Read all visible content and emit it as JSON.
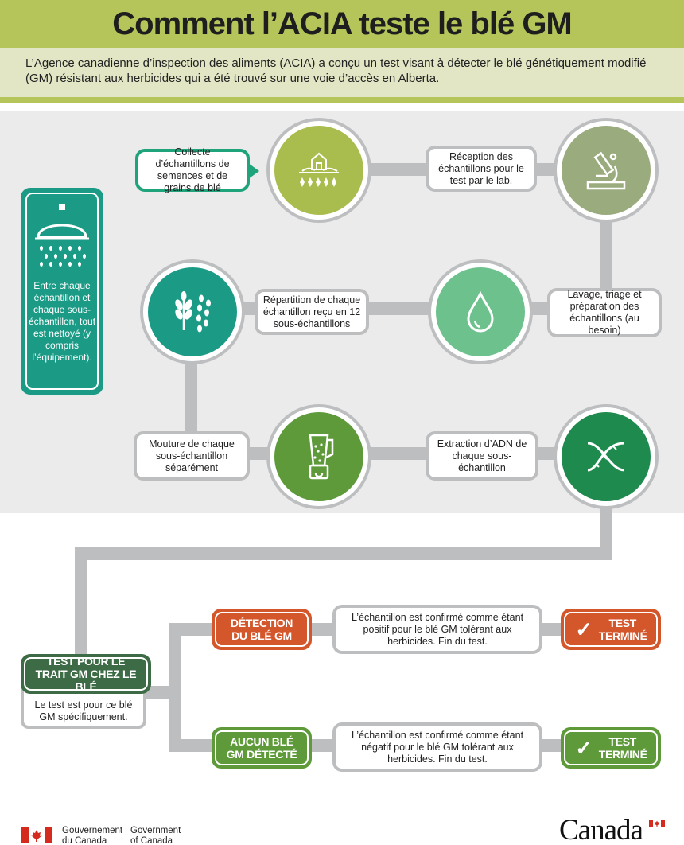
{
  "header": {
    "title": "Comment l’ACIA teste le blé GM",
    "intro": "L’Agence canadienne d’inspection des aliments (ACIA) a conçu un test visant à détecter le blé génétiquement modifié (GM) résistant aux herbicides qui a été trouvé sur une voie d’accès en Alberta."
  },
  "cleaning_note": {
    "icon": "shower-icon",
    "text": "Entre chaque échantillon et chaque sous-échantillon, tout est nettoyé (y compris l’équipement)."
  },
  "steps": {
    "collect": "Collecte d’échantillons de semences et de grains de blé",
    "reception": "Réception des échantillons pour le test par le lab.",
    "washing": "Lavage, triage et préparation des échantillons (au besoin)",
    "split": "Répartition de chaque échantillon reçu en 12 sous-échantillons",
    "grinding": "Mouture de chaque sous-échantillon séparément",
    "dna": "Extraction d’ADN de chaque sous-échantillon"
  },
  "icons": {
    "farm": "farm-icon",
    "microscope": "microscope-icon",
    "drop": "water-drop-icon",
    "grain": "wheat-grain-icon",
    "blender": "blender-icon",
    "dna": "dna-icon"
  },
  "test": {
    "title": "TEST POUR LE TRAIT GM CHEZ LE BLÉ",
    "note": "Le test est pour ce blé GM spécifiquement.",
    "positive_label": "DÉTECTION DU BLÉ GM",
    "positive_result": "L’échantillon est confirmé comme étant positif pour le blé GM tolérant aux herbicides. Fin du test.",
    "negative_label": "AUCUN BLÉ GM DÉTECTÉ",
    "negative_result": "L’échantillon est confirmé comme étant négatif pour le blé GM tolérant aux herbicides. Fin du test.",
    "done_label": "TEST TERMINÉ"
  },
  "footer": {
    "gov_fr_1": "Gouvernement",
    "gov_fr_2": "du Canada",
    "gov_en_1": "Government",
    "gov_en_2": "of Canada",
    "wordmark": "Canada"
  },
  "colors": {
    "header_green": "#b5c55a",
    "teal": "#1b9b86",
    "orange": "#d4562b",
    "dark_green": "#3d6b45",
    "grass_green": "#5e9a3a",
    "connector_gray": "#bdbec0"
  }
}
